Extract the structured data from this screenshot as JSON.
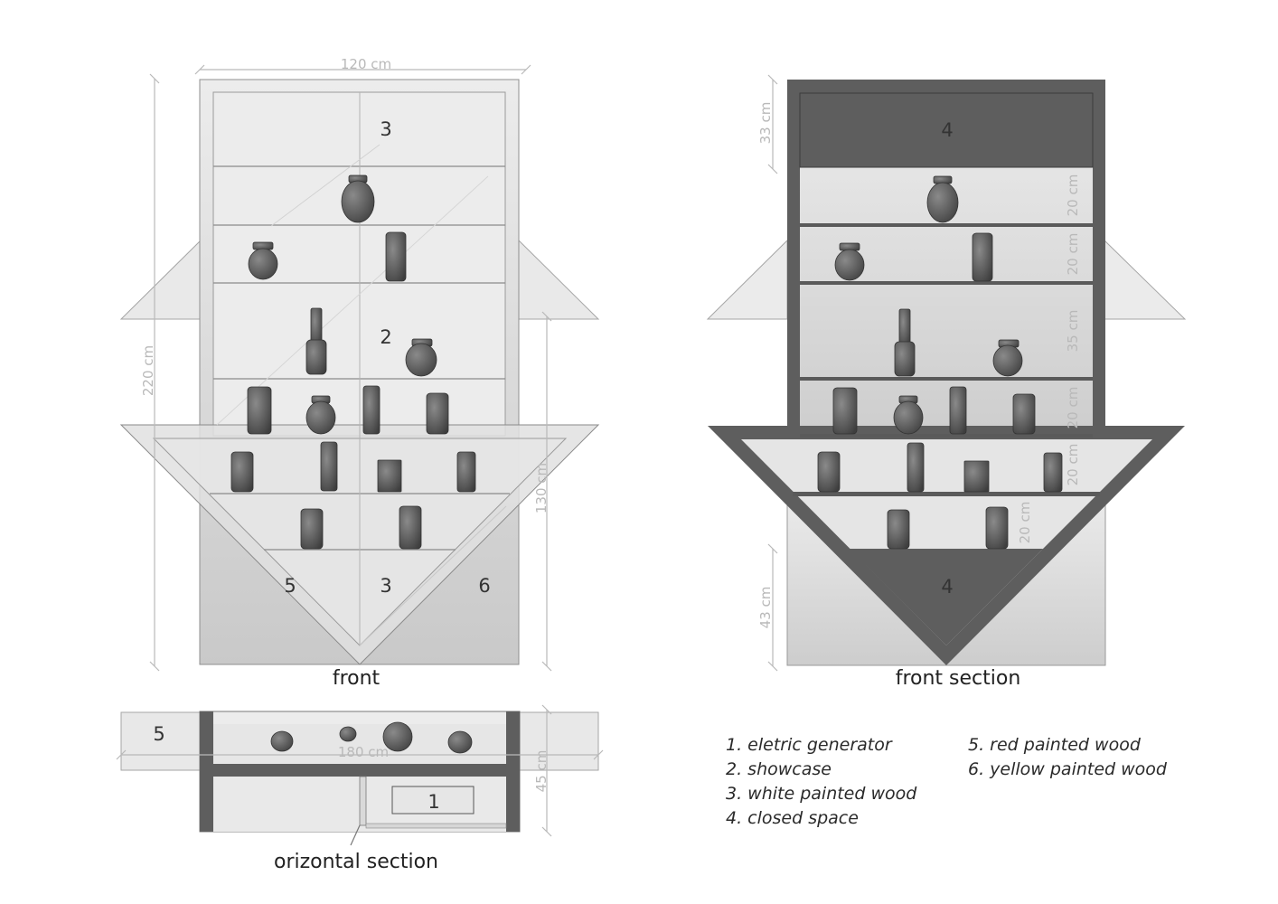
{
  "front": {
    "caption": "front",
    "dim_width": "120 cm",
    "dim_height": "220 cm",
    "dim_lower": "130 cm",
    "labels": [
      "3",
      "2",
      "5",
      "3",
      "6"
    ]
  },
  "front_section": {
    "caption": "front section",
    "dim_top": "33 cm",
    "dim_bottom": "43 cm",
    "shelf_dims": [
      "20 cm",
      "20 cm",
      "35 cm",
      "20 cm",
      "20 cm",
      "20 cm"
    ],
    "labels": [
      "4",
      "4"
    ]
  },
  "horizontal_section": {
    "caption": "orizontal section",
    "dim_width": "180 cm",
    "dim_depth": "45 cm",
    "labels": [
      "5",
      "1"
    ]
  },
  "legend": {
    "items": [
      "1. eletric generator",
      "2. showcase",
      "3. white painted wood",
      "4. closed space",
      "5. red painted wood",
      "6. yellow painted wood"
    ]
  },
  "colors": {
    "panel_light": "#e3e3e3",
    "panel_mid": "#cfcfcf",
    "closed_space": "#5e5e5e",
    "jar": "#555555",
    "dimension_line": "#b9b9b9"
  }
}
